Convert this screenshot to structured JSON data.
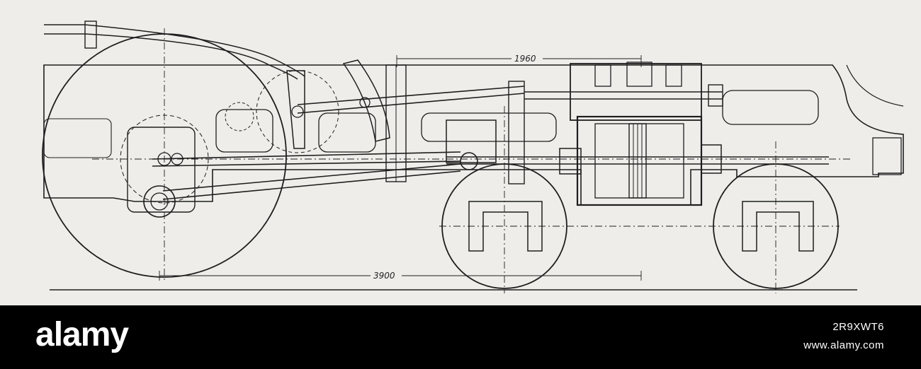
{
  "drawing": {
    "dimension_upper": "1960",
    "dimension_lower": "3900"
  },
  "footer": {
    "brand": "alamy",
    "image_id": "2R9XWT6",
    "site": "www.alamy.com"
  },
  "colors": {
    "paper": "#eeedea",
    "ink": "#1e1e1e",
    "footer_bg": "#000000",
    "footer_text": "#ffffff"
  }
}
